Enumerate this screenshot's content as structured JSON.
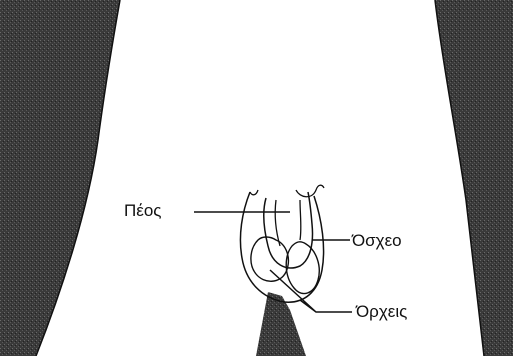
{
  "labels": {
    "penis": "Πέος",
    "scrotum": "Όσχεο",
    "testes": "Όρχεις"
  },
  "colors": {
    "background": "#ffffff",
    "shading": "#3a3a3a",
    "line": "#111111"
  }
}
